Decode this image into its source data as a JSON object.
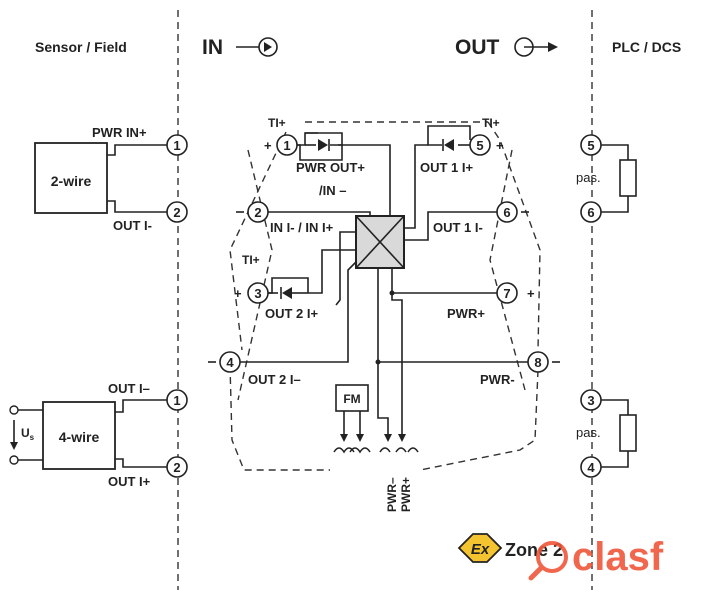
{
  "headers": {
    "sensor_field": "Sensor / Field",
    "in": "IN",
    "out": "OUT",
    "plc_dcs": "PLC / DCS"
  },
  "left_devices": {
    "two_wire": {
      "label": "2-wire",
      "pwr_in": "PWR IN+",
      "out_i": "OUT I-",
      "t1": "1",
      "t2": "2"
    },
    "four_wire": {
      "label": "4-wire",
      "out_i_minus": "OUT I–",
      "out_i_plus": "OUT I+",
      "us": "U",
      "us_sub": "s",
      "t1": "1",
      "t2": "2"
    }
  },
  "center": {
    "terminals": [
      "1",
      "2",
      "3",
      "4",
      "5",
      "6",
      "7",
      "8"
    ],
    "ti_plus": "TI+",
    "plus": "+",
    "minus": "–",
    "pwr_out_in_line1": "PWR OUT+",
    "pwr_out_in_line2": "/IN –",
    "in_i_in_i": "IN I- / IN I+",
    "out2_i_plus": "OUT 2 I+",
    "out2_i_minus": "OUT 2 I–",
    "out1_i_plus": "OUT 1 I+",
    "out1_i_minus": "OUT 1 I-",
    "pwr_plus": "PWR+",
    "pwr_minus": "PWR-",
    "fm": "FM",
    "bottom_pwr_minus": "PWR–",
    "bottom_pwr_plus": "PWR+"
  },
  "right_devices": {
    "upper": {
      "t_top": "5",
      "t_bottom": "6",
      "label": "pas."
    },
    "lower": {
      "t_top": "3",
      "t_bottom": "4",
      "label": "pas."
    }
  },
  "badge": {
    "ex": "Ex",
    "zone": "Zone 2"
  },
  "watermark": {
    "text": "clasf"
  },
  "colors": {
    "line": "#222222",
    "watermark": "#f0573a",
    "ex_yellow": "#f4c430"
  }
}
